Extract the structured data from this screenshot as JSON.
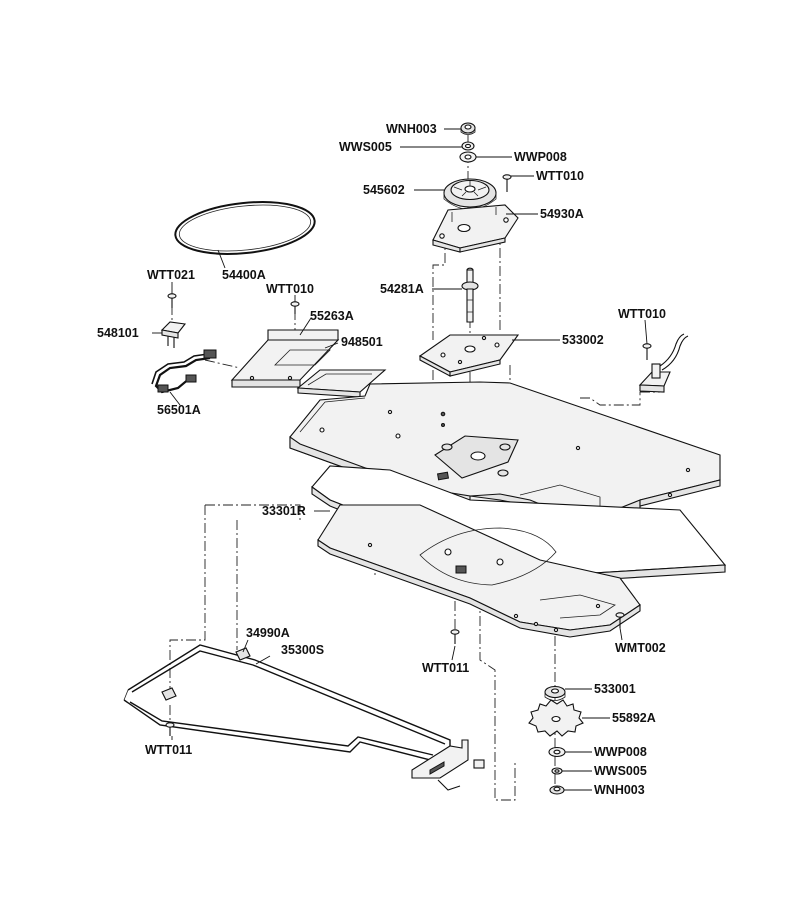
{
  "labels": {
    "wnh003_top": "WNH003",
    "wws005_top": "WWS005",
    "wwp008_top": "WWP008",
    "wtt010_top": "WTT010",
    "p545602": "545602",
    "p54930a": "54930A",
    "p54400a": "54400A",
    "wtt021": "WTT021",
    "wtt010_mid": "WTT010",
    "p54281a": "54281A",
    "p548101": "548101",
    "p55263a": "55263A",
    "p948501": "948501",
    "p533002": "533002",
    "wtt010_right": "WTT010",
    "p56501a": "56501A",
    "p33301r": "33301R",
    "p34990a": "34990A",
    "p35300s": "35300S",
    "wtt011_center": "WTT011",
    "wmt002": "WMT002",
    "p533001": "533001",
    "p55892a": "55892A",
    "wwp008_bottom": "WWP008",
    "wws005_bottom": "WWS005",
    "wnh003_bottom": "WNH003",
    "wtt011_left": "WTT011"
  }
}
